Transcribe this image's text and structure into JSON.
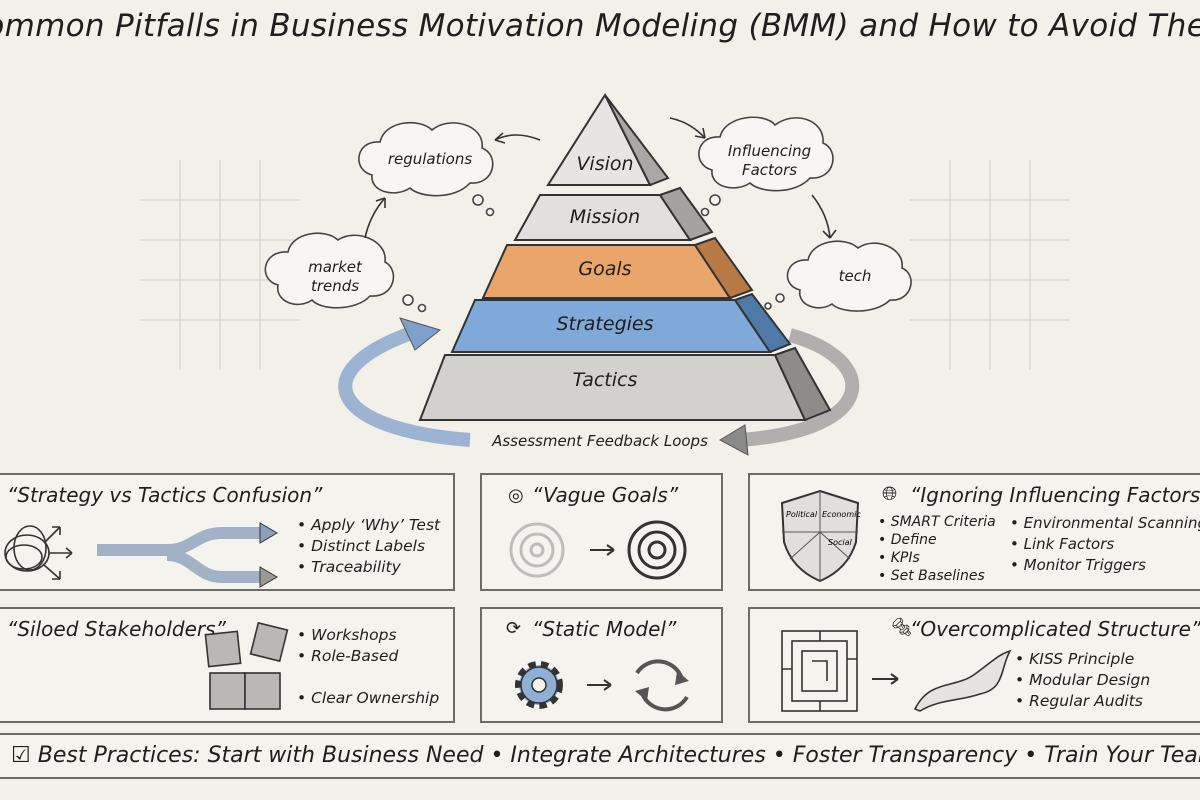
{
  "title": "Common Pitfalls in Business Motivation Modeling (BMM) and How to Avoid Them",
  "pyramid": {
    "levels": [
      "Vision",
      "Mission",
      "Goals",
      "Strategies",
      "Tactics"
    ],
    "colors": {
      "goals": "#e9a56a",
      "strategies": "#7fa9d8",
      "neutral": "#d9d8d4"
    }
  },
  "clouds": {
    "regulations": "regulations",
    "influencing_factors": "Influencing Factors",
    "market_trends": "market trends",
    "tech": "tech"
  },
  "feedback_label": "Assessment Feedback Loops",
  "pitfalls": [
    {
      "title": "“Strategy vs Tactics Confusion”",
      "tips": [
        "Apply ‘Why’ Test",
        "Distinct Labels",
        "Traceability"
      ]
    },
    {
      "title": "“Vague Goals”",
      "icon": "target-icon"
    },
    {
      "title": "“Ignoring Influencing Factors”",
      "icon": "globe-icon",
      "tips_left": [
        "SMART Criteria",
        "Define",
        "KPIs",
        "Set Baselines"
      ],
      "tips_right": [
        "Environmental Scanning",
        "Link Factors",
        "Monitor Triggers"
      ],
      "shield_labels": [
        "Political",
        "Economic",
        "Social"
      ]
    },
    {
      "title": "“Siloed Stakeholders”",
      "tips": [
        "Workshops",
        "Role-Based",
        "Clear Ownership"
      ]
    },
    {
      "title": "“Static Model”",
      "icon": "refresh-icon"
    },
    {
      "title": "“Overcomplicated Structure”",
      "icon": "bolt-icon",
      "tips": [
        "KISS Principle",
        "Modular Design",
        "Regular Audits"
      ]
    }
  ],
  "best_practices": "Best Practices: Start with Business Need • Integrate Architectures • Foster Transparency • Train Your Team"
}
